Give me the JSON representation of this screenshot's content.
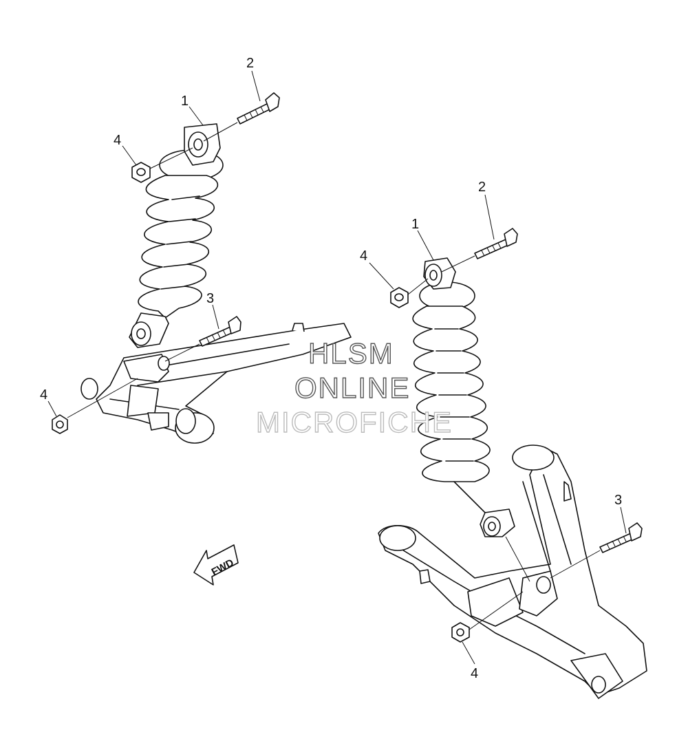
{
  "callouts": {
    "left_shock": "1",
    "left_upper_bolt": "2",
    "left_lower_bolt": "3",
    "left_upper_nut": "4",
    "left_lower_nut": "4",
    "right_shock": "1",
    "right_upper_bolt": "2",
    "right_lower_bolt": "3",
    "right_upper_nut": "4",
    "right_lower_nut": "4"
  },
  "direction_label": "FWD",
  "watermark": {
    "line1": "HLSM",
    "line2": "ONLINE",
    "line3": "MICROFICHE"
  },
  "colors": {
    "line": "#111111",
    "background": "#ffffff",
    "watermark_stroke": "#555555",
    "watermark_stroke_light": "#bbbbbb"
  }
}
